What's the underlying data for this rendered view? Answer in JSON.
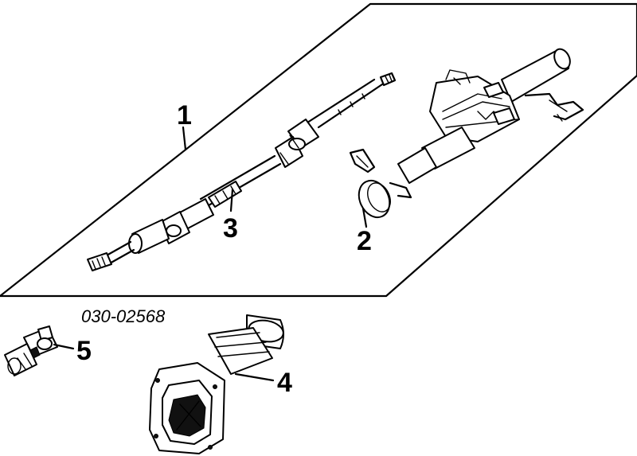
{
  "diagram": {
    "part_number": "030-02568",
    "callouts": {
      "c1": "1",
      "c2": "2",
      "c3": "3",
      "c4": "4",
      "c5": "5"
    }
  }
}
